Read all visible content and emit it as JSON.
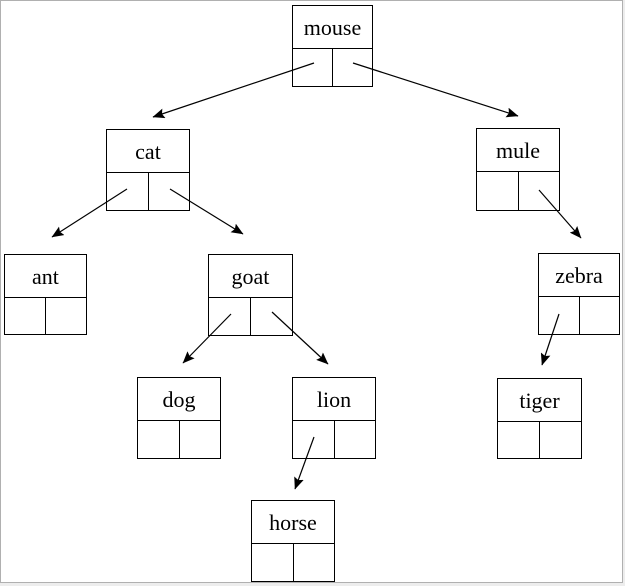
{
  "tree": {
    "type": "binary-tree-linked-node-diagram",
    "nodes": {
      "mouse": {
        "label": "mouse"
      },
      "cat": {
        "label": "cat"
      },
      "mule": {
        "label": "mule"
      },
      "ant": {
        "label": "ant"
      },
      "goat": {
        "label": "goat"
      },
      "zebra": {
        "label": "zebra"
      },
      "dog": {
        "label": "dog"
      },
      "lion": {
        "label": "lion"
      },
      "tiger": {
        "label": "tiger"
      },
      "horse": {
        "label": "horse"
      }
    },
    "edges": [
      {
        "from": "mouse",
        "pointer": "left",
        "to": "cat"
      },
      {
        "from": "mouse",
        "pointer": "right",
        "to": "mule"
      },
      {
        "from": "cat",
        "pointer": "left",
        "to": "ant"
      },
      {
        "from": "cat",
        "pointer": "right",
        "to": "goat"
      },
      {
        "from": "goat",
        "pointer": "left",
        "to": "dog"
      },
      {
        "from": "goat",
        "pointer": "right",
        "to": "lion"
      },
      {
        "from": "lion",
        "pointer": "left",
        "to": "horse"
      },
      {
        "from": "mule",
        "pointer": "right",
        "to": "zebra"
      },
      {
        "from": "zebra",
        "pointer": "left",
        "to": "tiger"
      }
    ],
    "colors": {
      "line": "#000000",
      "node_border": "#000000",
      "background": "#ffffff",
      "page_border": "#b0b0b0"
    }
  }
}
